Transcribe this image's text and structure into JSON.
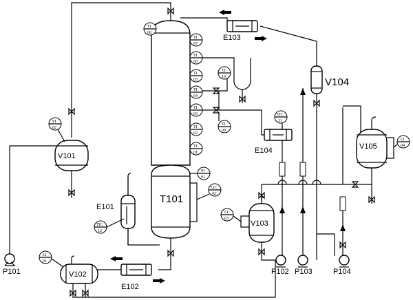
{
  "equipment": {
    "T101": "T101",
    "V101": "V101",
    "V102": "V102",
    "V103": "V103",
    "V104": "V104",
    "V105": "V105",
    "E101": "E101",
    "E102": "E102",
    "E103": "E103",
    "E104": "E104",
    "P101": "P101",
    "P102": "P102",
    "P103": "P103",
    "P104": "P104"
  },
  "instruments": {
    "TI08": {
      "top": "TI",
      "bottom": "08"
    },
    "TI07": {
      "top": "TI",
      "bottom": "07"
    },
    "TI06": {
      "top": "TI",
      "bottom": "06"
    },
    "TI05": {
      "top": "TI",
      "bottom": "05"
    },
    "TI04": {
      "top": "TI",
      "bottom": "04"
    },
    "TI03": {
      "top": "TI",
      "bottom": "03"
    },
    "TI02": {
      "top": "TI",
      "bottom": "02"
    },
    "TI01": {
      "top": "TI",
      "bottom": "01"
    },
    "TI10": {
      "top": "TI",
      "bottom": "10"
    },
    "TI09": {
      "top": "TI",
      "bottom": "09"
    },
    "TIC11": {
      "top": "TIC",
      "bottom": "11"
    },
    "TIC12": {
      "top": "TIC",
      "bottom": "12"
    },
    "PI01": {
      "top": "PI",
      "bottom": "01"
    },
    "PI02": {
      "top": "PI",
      "bottom": "02"
    },
    "LIC02": {
      "top": "LIC",
      "bottom": "02"
    },
    "LI01": {
      "top": "LI",
      "bottom": "01"
    },
    "LI03": {
      "top": "LI",
      "bottom": "03"
    },
    "LI04": {
      "top": "LI",
      "bottom": "04"
    }
  }
}
